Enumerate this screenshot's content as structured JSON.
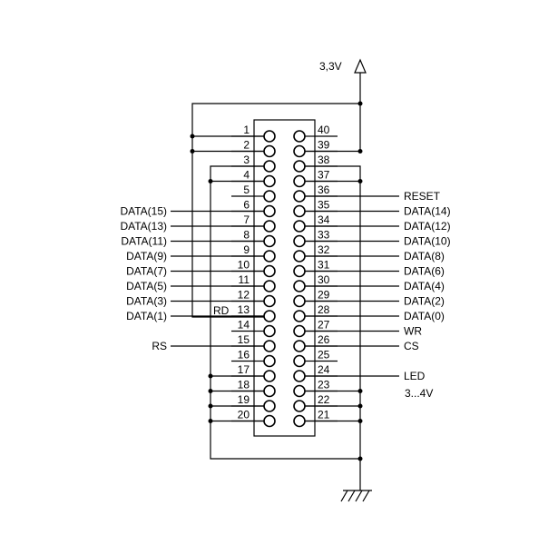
{
  "power_label": "3,3V",
  "left_pin_numbers": [
    "1",
    "2",
    "3",
    "4",
    "5",
    "6",
    "7",
    "8",
    "9",
    "10",
    "11",
    "12",
    "13",
    "14",
    "15",
    "16",
    "17",
    "18",
    "19",
    "20"
  ],
  "right_pin_numbers": [
    "40",
    "39",
    "38",
    "37",
    "36",
    "35",
    "34",
    "33",
    "32",
    "31",
    "30",
    "29",
    "28",
    "27",
    "26",
    "25",
    "24",
    "23",
    "22",
    "21"
  ],
  "left_signals": [
    "",
    "",
    "",
    "",
    "",
    "DATA(15)",
    "DATA(13)",
    "DATA(11)",
    "DATA(9)",
    "DATA(7)",
    "DATA(5)",
    "DATA(3)",
    "DATA(1)",
    "",
    "RS",
    "",
    "",
    "",
    "",
    ""
  ],
  "right_signals": [
    "",
    "",
    "",
    "",
    "RESET",
    "DATA(14)",
    "DATA(12)",
    "DATA(10)",
    "DATA(8)",
    "DATA(6)",
    "DATA(4)",
    "DATA(2)",
    "DATA(0)",
    "WR",
    "CS",
    "",
    "LED",
    "",
    "",
    ""
  ],
  "rd_label": "RD",
  "led_voltage": "3...4V"
}
